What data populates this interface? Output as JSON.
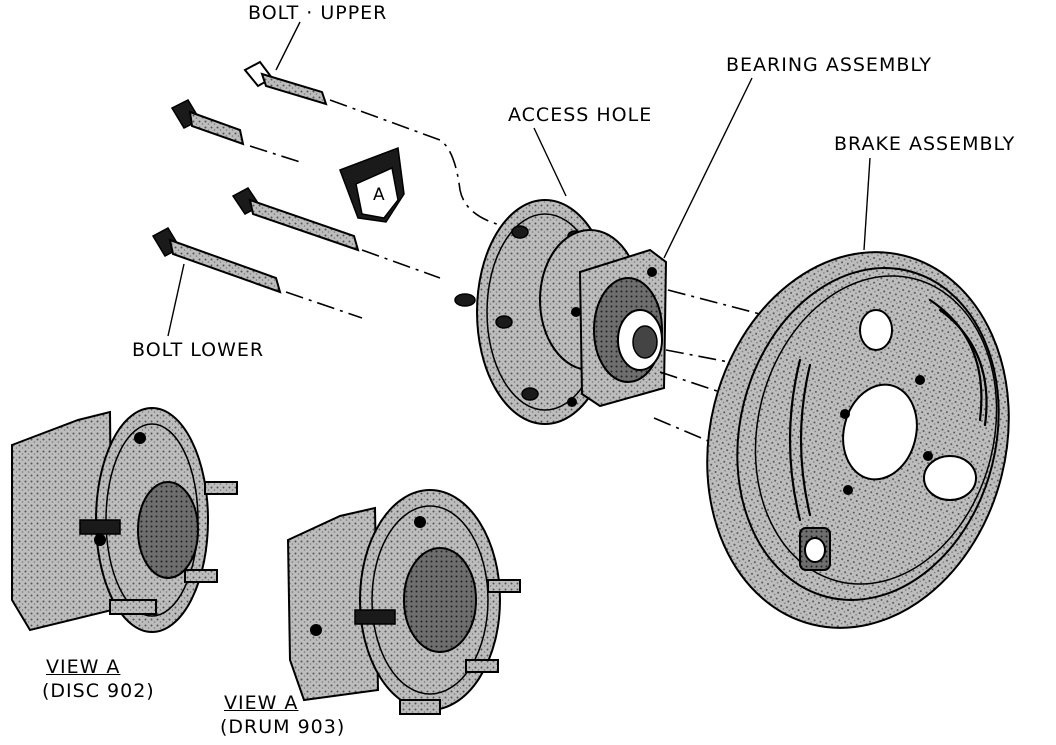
{
  "labels": {
    "bolt_upper": "BOLT · UPPER",
    "bearing_assembly": "BEARING ASSEMBLY",
    "access_hole": "ACCESS HOLE",
    "brake_assembly": "BRAKE ASSEMBLY",
    "bolt_lower": "BOLT  LOWER",
    "view_a_marker": "A",
    "view_a_disc_title": "VIEW A",
    "view_a_disc_sub": "(DISC 902)",
    "view_a_drum_title": "VIEW A",
    "view_a_drum_sub": "(DRUM 903)"
  }
}
